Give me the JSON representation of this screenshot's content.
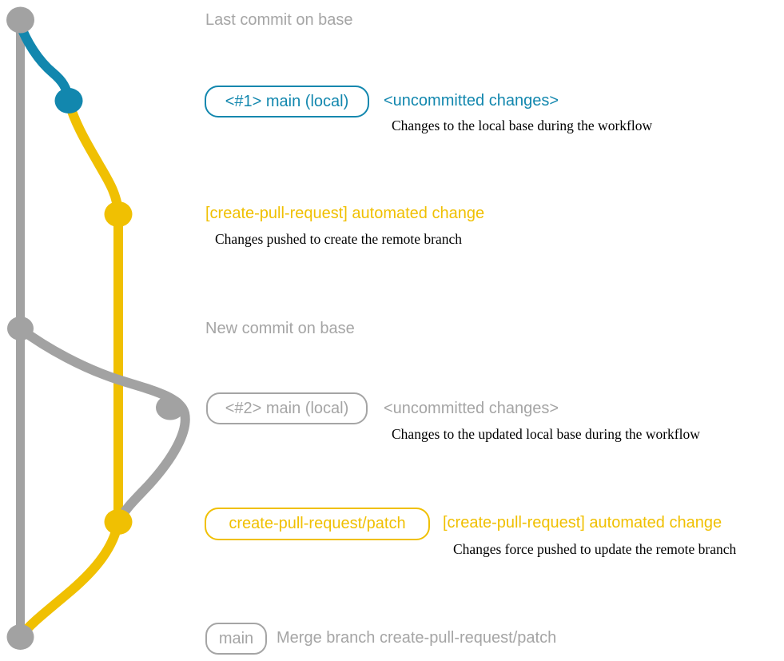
{
  "colors": {
    "base_gray": "#a2a2a2",
    "label_gray": "#a5a5a5",
    "teal": "#1287ae",
    "yellow": "#f0c002",
    "description_black": "#000000",
    "background": "#ffffff"
  },
  "graph": {
    "commits": [
      {
        "name": "last-commit-on-base",
        "color_key": "base_gray"
      },
      {
        "name": "main-local-1",
        "color_key": "teal"
      },
      {
        "name": "automated-change-1",
        "color_key": "yellow"
      },
      {
        "name": "new-commit-on-base",
        "color_key": "base_gray"
      },
      {
        "name": "main-local-2",
        "color_key": "base_gray"
      },
      {
        "name": "automated-change-2",
        "color_key": "yellow"
      },
      {
        "name": "merge-commit",
        "color_key": "base_gray"
      }
    ]
  },
  "annotations": {
    "last_commit": {
      "label": "Last commit on base"
    },
    "workflow1": {
      "badge": "<#1> main (local)",
      "title": "<uncommitted changes>",
      "description": "Changes to the local base during the workflow"
    },
    "push1": {
      "title": "[create-pull-request] automated change",
      "description": "Changes pushed to create the remote branch"
    },
    "new_commit": {
      "label": "New commit on base"
    },
    "workflow2": {
      "badge": "<#2> main (local)",
      "title": "<uncommitted changes>",
      "description": "Changes to the updated local base during the workflow"
    },
    "push2": {
      "badge": "create-pull-request/patch",
      "title": "[create-pull-request] automated change",
      "description": "Changes force pushed to update the remote branch"
    },
    "merge": {
      "badge": "main",
      "label": "Merge branch create-pull-request/patch"
    }
  }
}
